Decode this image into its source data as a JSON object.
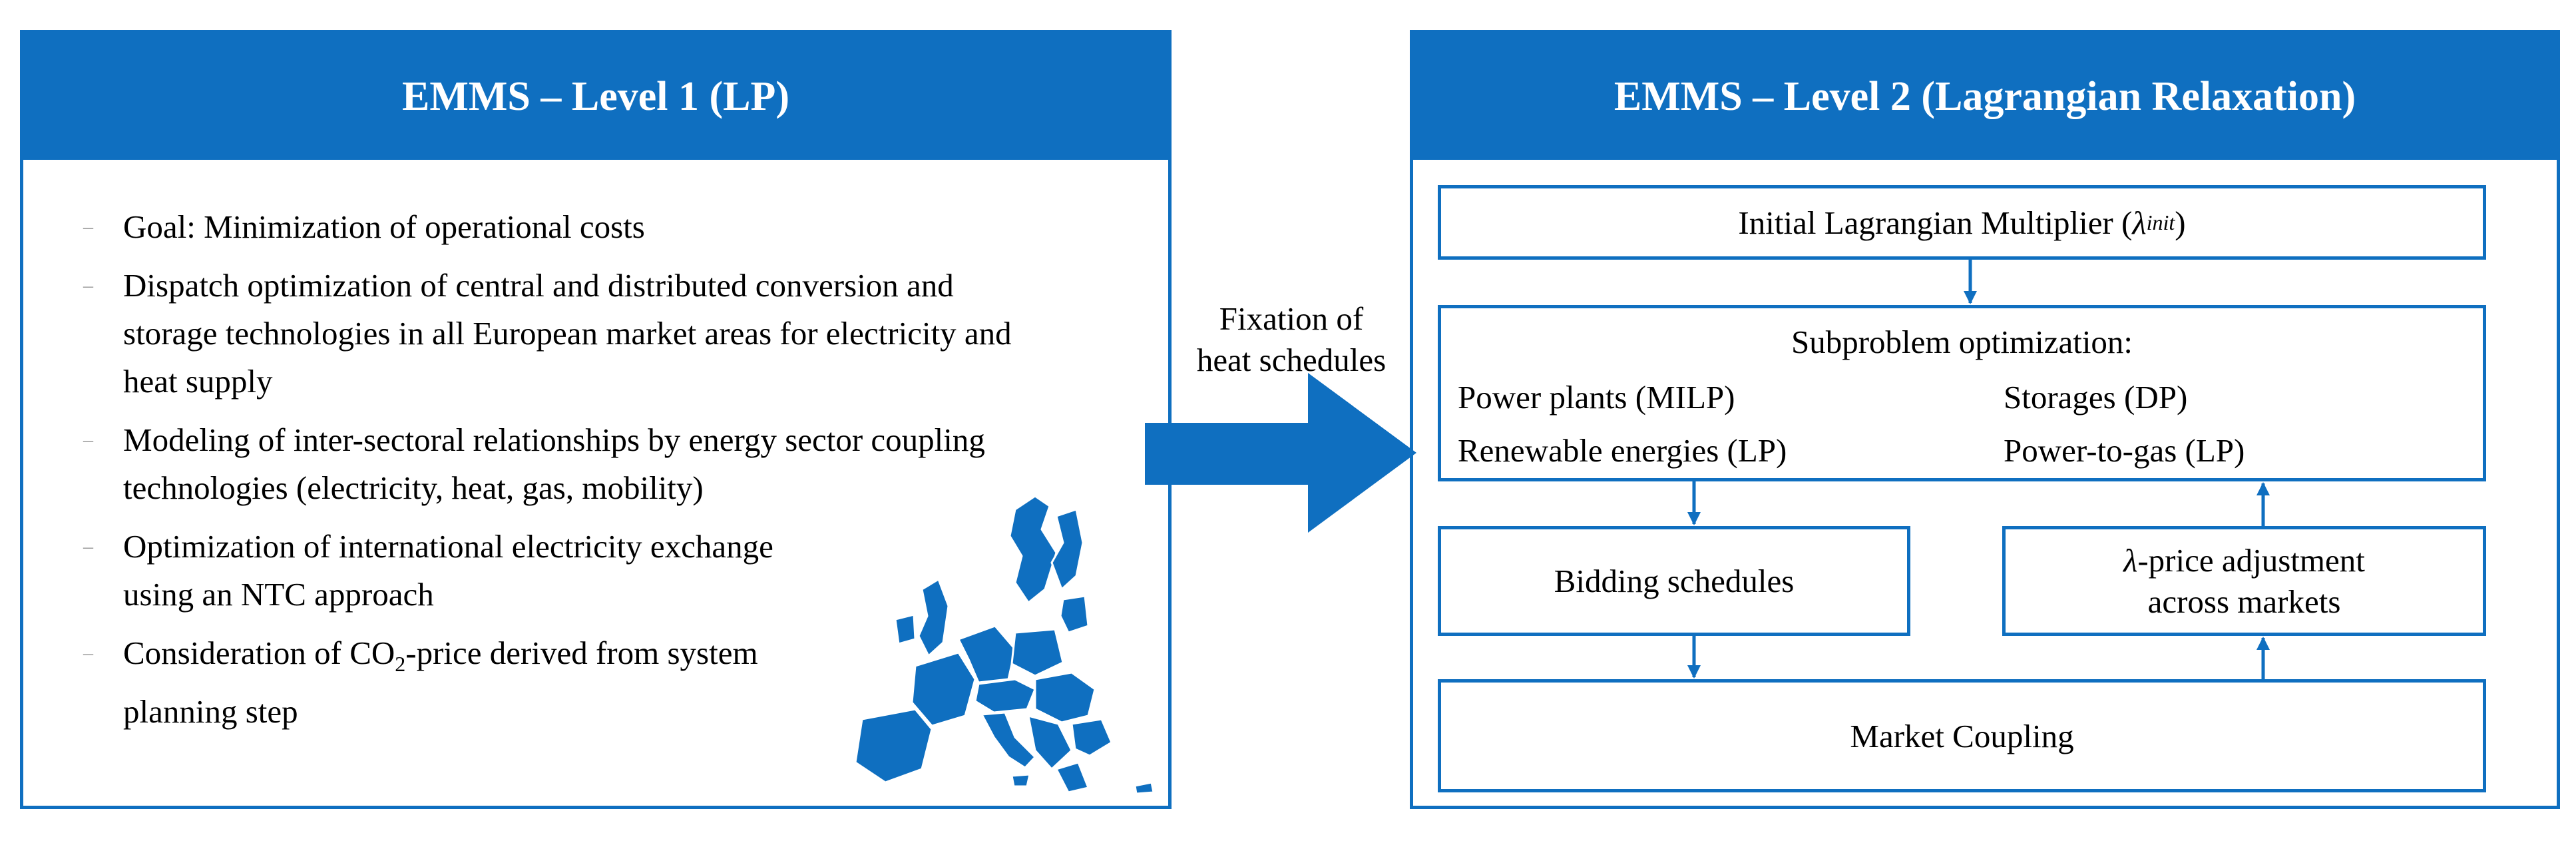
{
  "left_panel": {
    "title": "EMMS – Level 1 (LP)",
    "bullets": [
      "Goal:  Minimization  of operational costs",
      "Dispatch optimization  of central and distributed conversion and\nstorage technologies in all European market  areas for electricity  and\nheat supply",
      "Modeling of inter-sectoral relationships by energy sector coupling\ntechnologies (electricity,  heat, gas, mobility)",
      "Optimization  of international electricity exchange\nusing an NTC approach"
    ],
    "co2_bullet": {
      "before": "Consideration of CO",
      "subscript": "2",
      "after": "-price derived from system",
      "line2": "planning step"
    },
    "map_icon": "europe-map-icon"
  },
  "middle": {
    "arrow_label": "Fixation  of\nheat schedules"
  },
  "right_panel": {
    "title": "EMMS – Level 2 (Lagrangian  Relaxation)",
    "initial_multiplier": {
      "text": "Initial Lagrangian Multiplier (",
      "symbol": "λ",
      "superscript": "init",
      "close": ")"
    },
    "subproblem": {
      "title": "Subproblem optimization:",
      "items": [
        "Power plants (MILP)",
        "Storages (DP)",
        "Renewable energies (LP)",
        "Power-to-gas (LP)"
      ]
    },
    "bidding": "Bidding schedules",
    "price_adjustment": {
      "symbol": "λ",
      "line1": "-price adjustment",
      "line2": "across markets"
    },
    "market_coupling": "Market Coupling"
  },
  "colors": {
    "accent": "#0f6fc0",
    "bullet_dash": "#9a9a9a"
  }
}
